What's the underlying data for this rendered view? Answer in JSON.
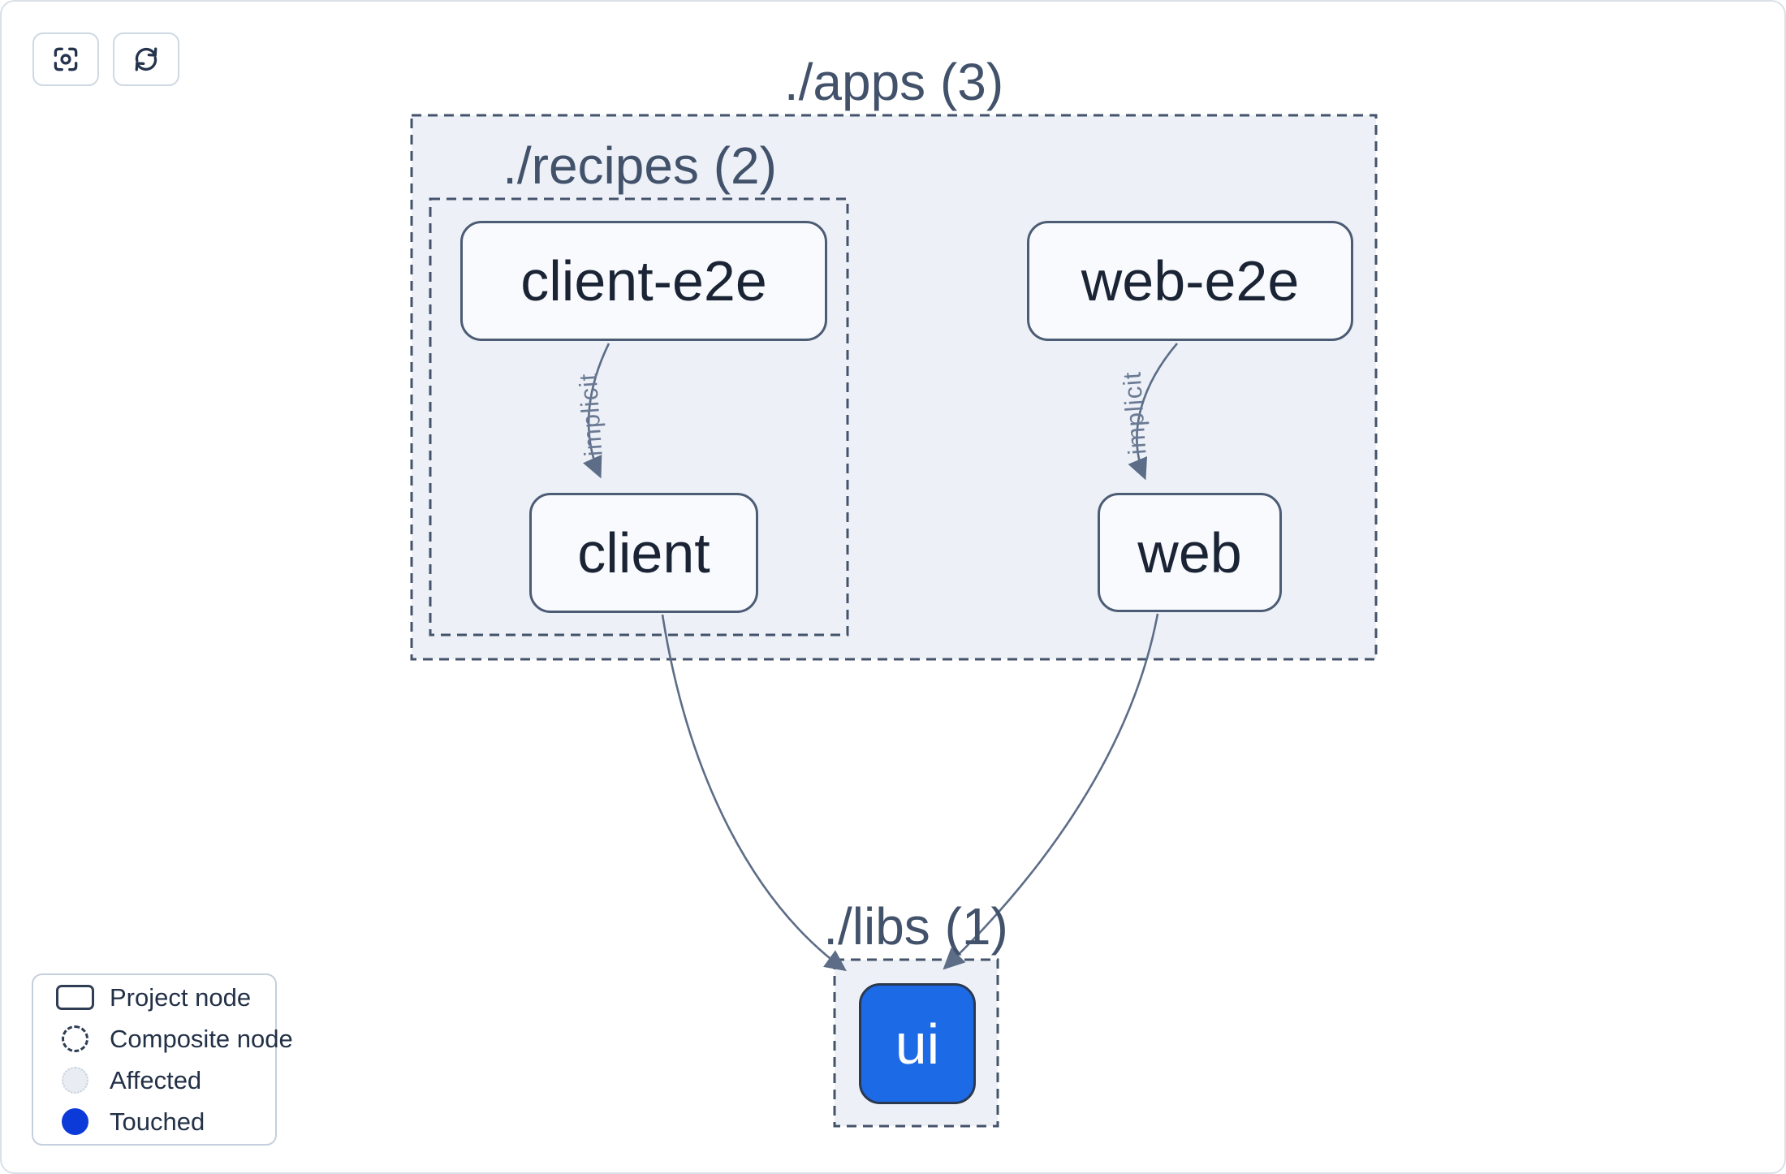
{
  "toolbar": {
    "focus_button": {
      "icon": "focus-icon"
    },
    "refresh_button": {
      "icon": "refresh-icon"
    }
  },
  "graph": {
    "groups": [
      {
        "id": "apps",
        "label": "./apps (3)"
      },
      {
        "id": "recipes",
        "label": "./recipes (2)"
      },
      {
        "id": "libs",
        "label": "./libs (1)"
      }
    ],
    "nodes": [
      {
        "id": "client-e2e",
        "label": "client-e2e",
        "type": "project"
      },
      {
        "id": "web-e2e",
        "label": "web-e2e",
        "type": "project"
      },
      {
        "id": "client",
        "label": "client",
        "type": "project"
      },
      {
        "id": "web",
        "label": "web",
        "type": "project"
      },
      {
        "id": "ui",
        "label": "ui",
        "type": "touched"
      }
    ],
    "edges": [
      {
        "from": "client-e2e",
        "to": "client",
        "label": "implicit"
      },
      {
        "from": "web-e2e",
        "to": "web",
        "label": "implicit"
      },
      {
        "from": "client",
        "to": "ui",
        "label": ""
      },
      {
        "from": "web",
        "to": "ui",
        "label": ""
      }
    ]
  },
  "legend": {
    "items": [
      {
        "label": "Project node",
        "swatch": "project-node-swatch"
      },
      {
        "label": "Composite node",
        "swatch": "composite-node-swatch"
      },
      {
        "label": "Affected",
        "swatch": "affected-swatch"
      },
      {
        "label": "Touched",
        "swatch": "touched-swatch"
      }
    ]
  },
  "colors": {
    "container_fill": "#edf1f7",
    "container_dash": "#44536b",
    "node_border": "#4c5c74",
    "node_fill": "#f9fafd",
    "node_text": "#1a2435",
    "group_title": "#42526b",
    "edge": "#5d6d87",
    "edge_label": "#6b7a94",
    "ui_fill": "#1d6ae6",
    "touched": "#0c3ad9",
    "affected_fill": "#e9edf3"
  }
}
